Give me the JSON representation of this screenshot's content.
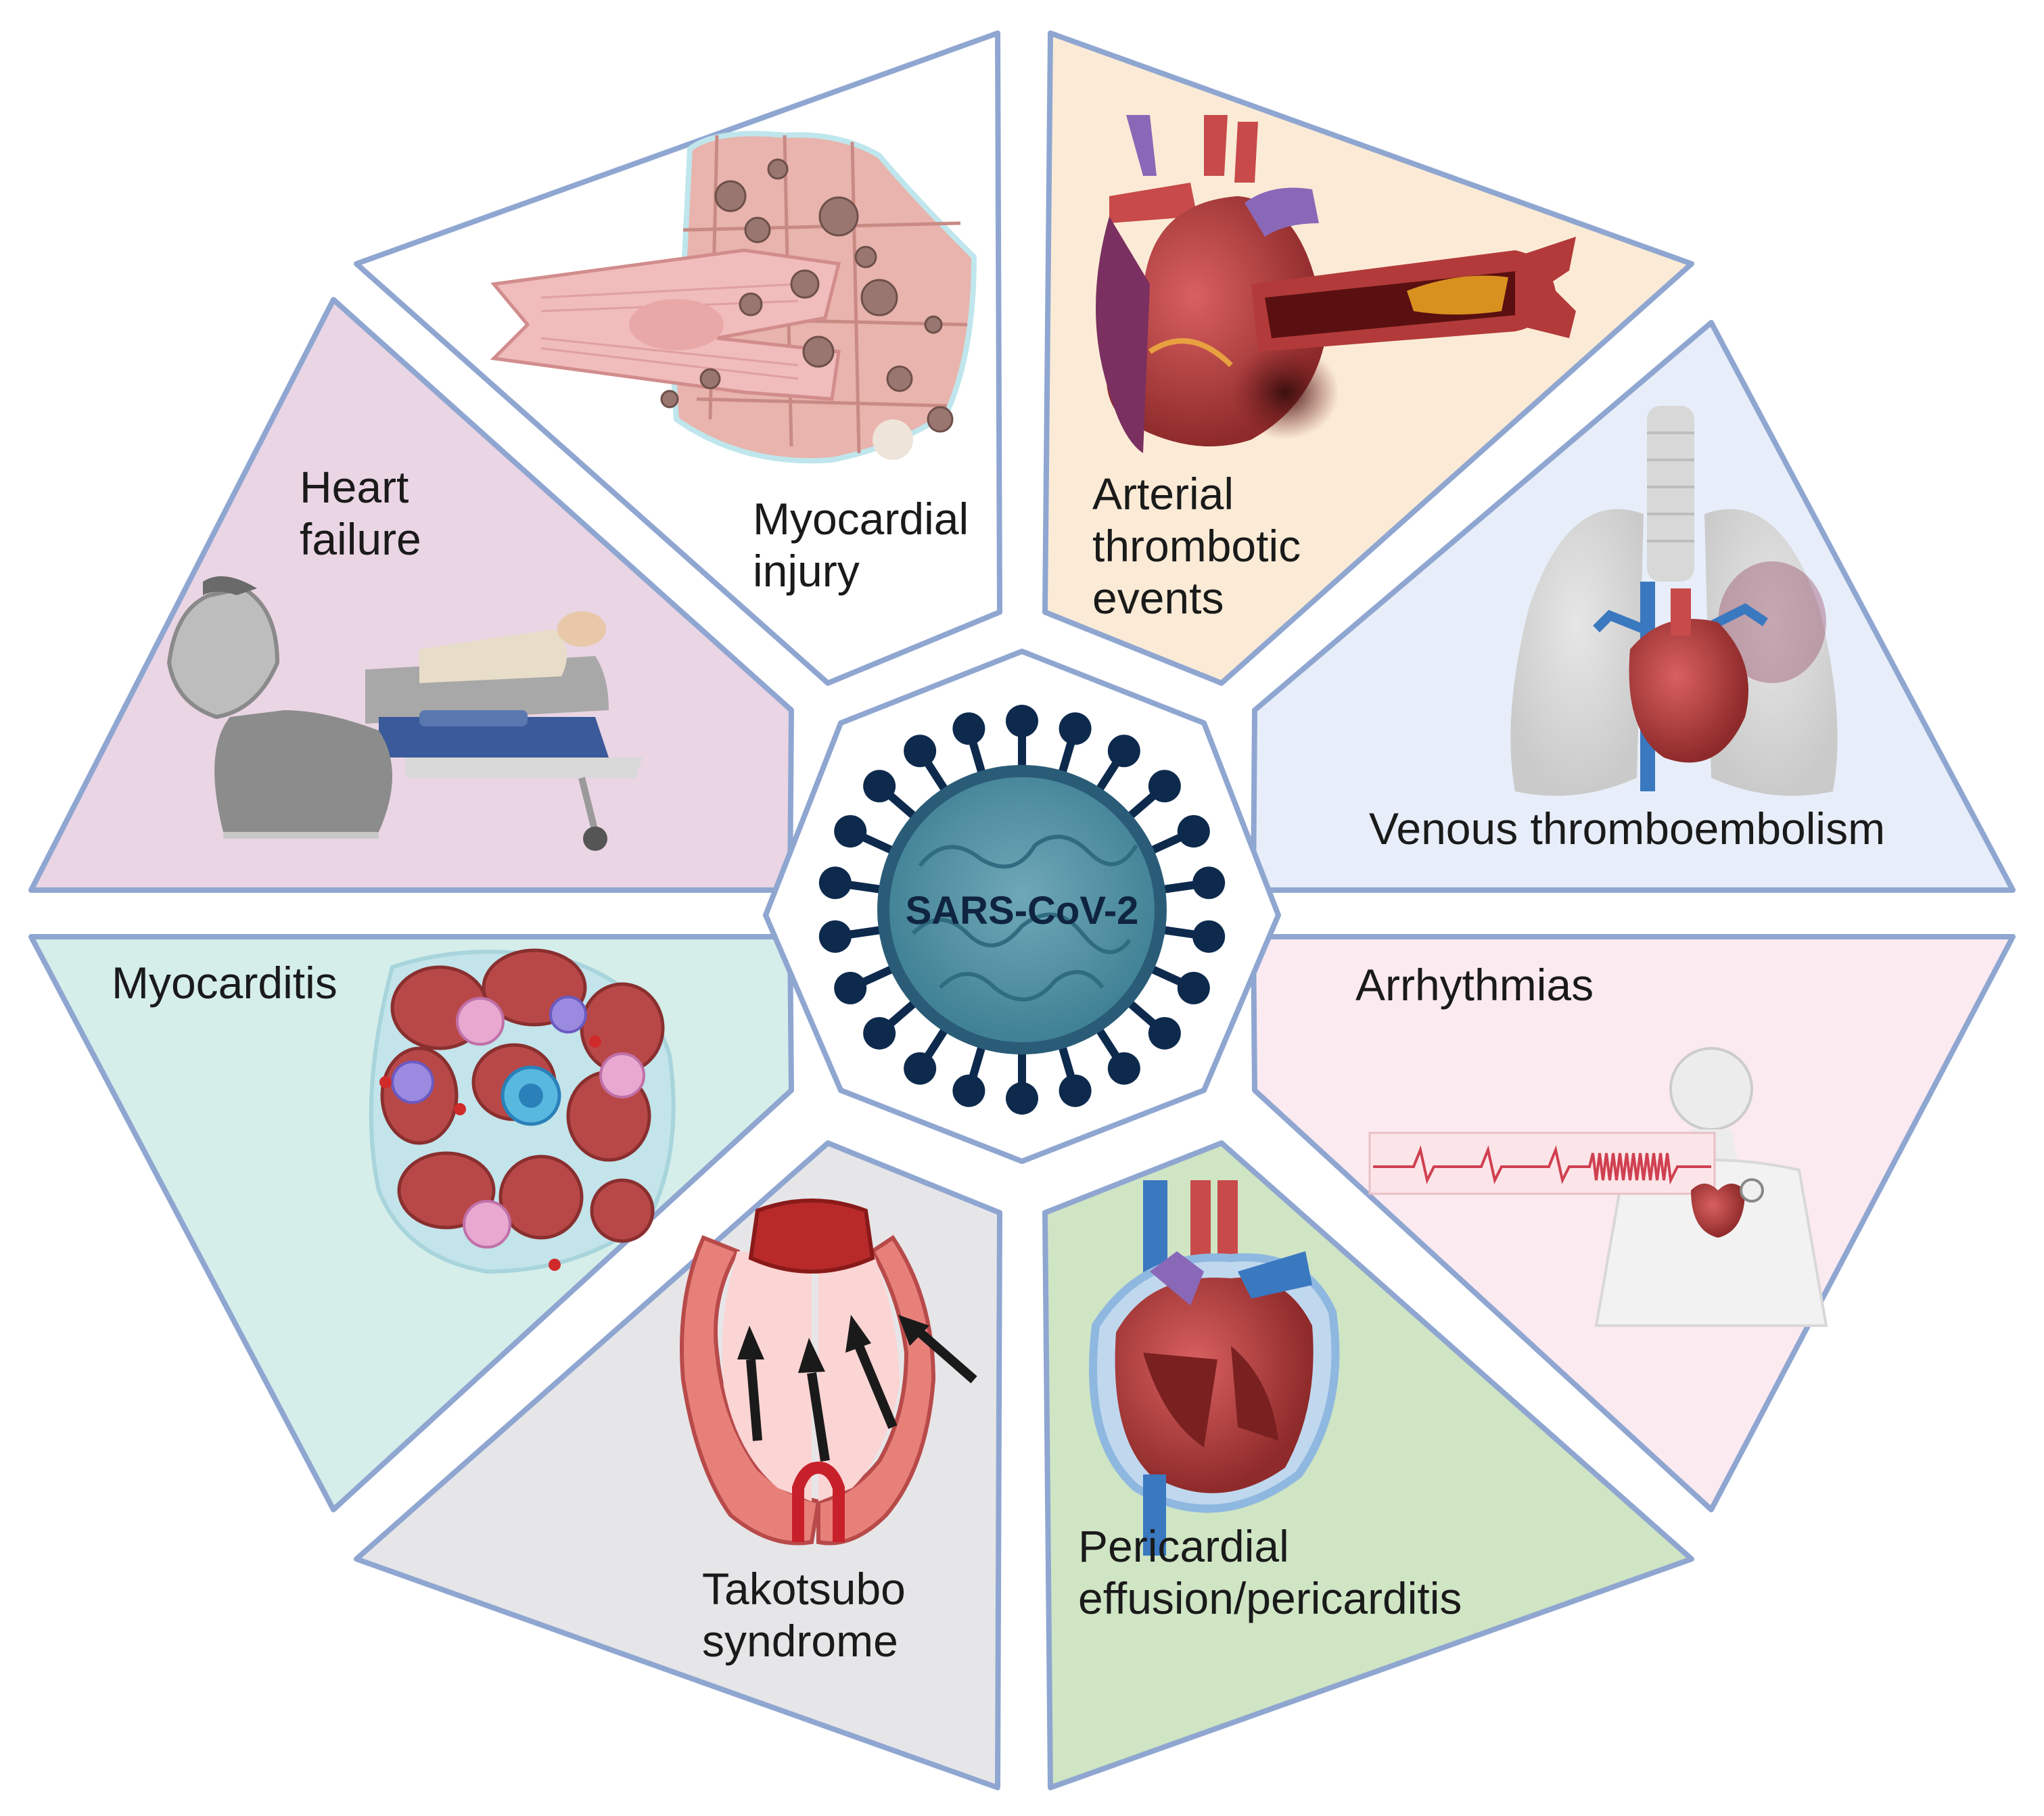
{
  "center": {
    "label": "SARS-CoV-2"
  },
  "segments": [
    {
      "id": "myocardial-injury",
      "lines": [
        "Myocardial",
        "injury"
      ],
      "fill": "#ffffff"
    },
    {
      "id": "arterial-thrombotic-events",
      "lines": [
        "Arterial",
        "thrombotic",
        "events"
      ],
      "fill": "#fbebd6"
    },
    {
      "id": "venous-thromboembolism",
      "lines": [
        "Venous thromboembolism"
      ],
      "fill": "#e7eef9"
    },
    {
      "id": "arrhythmias",
      "lines": [
        "Arrhythmias"
      ],
      "fill": "#fceaf1"
    },
    {
      "id": "pericardial-effusion-pericarditis",
      "lines": [
        "Pericardial",
        "effusion/pericarditis"
      ],
      "fill": "#cfe5c4"
    },
    {
      "id": "takotsubo-syndrome",
      "lines": [
        "Takotsubo",
        "syndrome"
      ],
      "fill": "#e6e6e8"
    },
    {
      "id": "myocarditis",
      "lines": [
        "Myocarditis"
      ],
      "fill": "#d5eeea"
    },
    {
      "id": "heart-failure",
      "lines": [
        "Heart",
        "failure"
      ],
      "fill": "#ead5e4"
    }
  ],
  "colors": {
    "border": "#8fa6d1",
    "virus_body": "#4a8a9c",
    "virus_ring": "#2a5c78",
    "spike": "#0d2a4d",
    "heart_red": "#b83a3a",
    "vessel_blue": "#3a78c0",
    "vessel_purple": "#8a68b8"
  }
}
